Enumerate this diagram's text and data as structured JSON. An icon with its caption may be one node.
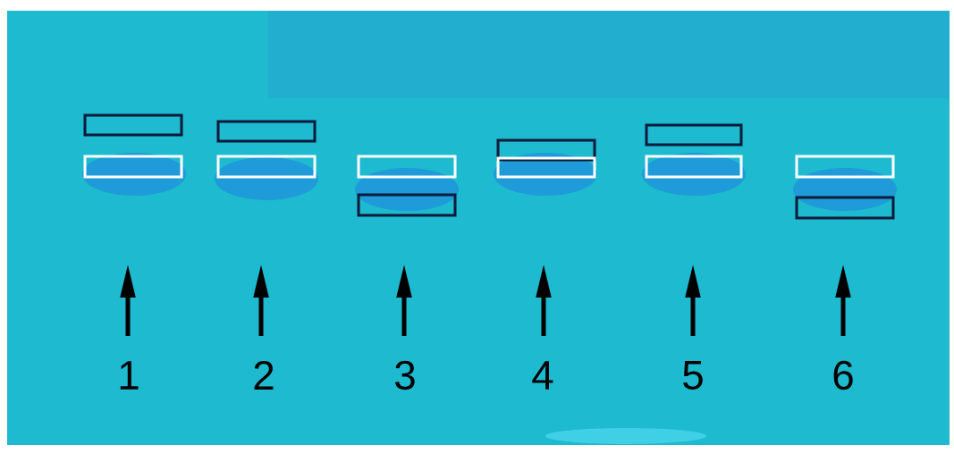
{
  "diagram": {
    "nodes": [
      {
        "text": [],
        "shape": "box"
      },
      {
        "text": [],
        "shape": "box"
      },
      {
        "text": [],
        "shape": "box"
      },
      {
        "text": [],
        "shape": "box"
      },
      {
        "text": [],
        "shape": "box"
      },
      {
        "text": [],
        "shape": "box"
      },
      {
        "text": [],
        "shape": "box"
      },
      {
        "text": [],
        "shape": "box"
      },
      {
        "text": [],
        "shape": "box"
      },
      {
        "text": [],
        "shape": "box"
      },
      {
        "text": [],
        "shape": "box"
      },
      {
        "text": [],
        "shape": "box"
      }
    ],
    "labels": [
      "1",
      "2",
      "3",
      "4",
      "5",
      "6"
    ]
  }
}
